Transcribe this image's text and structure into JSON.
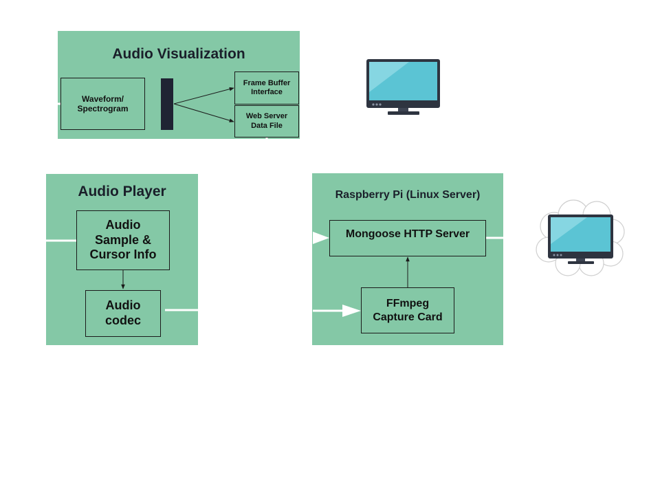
{
  "colors": {
    "panel": "#84c8a6",
    "box_border": "#1a1a1a",
    "splitter": "#1f2333",
    "connector": "#ffffff",
    "monitor_frame": "#2e3440",
    "monitor_screen": "#5bc4d4",
    "monitor_glare": "#86d6e2",
    "cloud_outline": "#cfcfcf"
  },
  "audio_visualization": {
    "title": "Audio Visualization",
    "waveform_label": "Waveform/\nSpectrogram",
    "frame_buffer_label": "Frame Buffer\nInterface",
    "web_server_label": "Web Server\nData File"
  },
  "audio_player": {
    "title": "Audio Player",
    "sample_label": "Audio\nSample &\nCursor Info",
    "codec_label": "Audio\ncodec"
  },
  "raspberry_pi": {
    "title": "Raspberry Pi (Linux Server)",
    "http_server_label": "Mongoose HTTP Server",
    "ffmpeg_label": "FFmpeg\nCapture Card"
  },
  "icons": {
    "local_display": "desktop-monitor-icon",
    "remote_display": "cloud-monitor-icon"
  }
}
